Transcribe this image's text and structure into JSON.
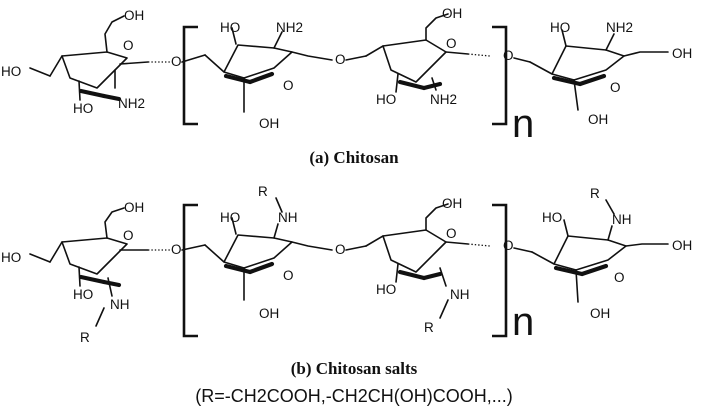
{
  "structure_a": {
    "caption": "(a) Chitosan",
    "repeat_index": "n",
    "labels": {
      "u1_oh_top": "OH",
      "u1_ho_left": "HO",
      "u1_ho_bottom": "HO",
      "u1_amine": "NH2",
      "u1_ring_o": "O",
      "link_1": "O",
      "u2_ho_top": "HO",
      "u2_amine": "NH2",
      "u2_ring_o": "O",
      "u2_oh_bottom": "OH",
      "link_2": "O",
      "u3_oh_top": "OH",
      "u3_ring_o": "O",
      "u3_ho_bottom": "HO",
      "u3_amine": "NH2",
      "link_3": "O",
      "u4_ho_top": "HO",
      "u4_amine": "NH2",
      "u4_ring_o": "O",
      "u4_oh_right": "OH",
      "u4_oh_bottom": "OH"
    }
  },
  "structure_b": {
    "caption": "(b) Chitosan salts",
    "repeat_index": "n",
    "formula": "(R=-CH2COOH,-CH2CH(OH)COOH,...)",
    "labels": {
      "u1_oh_top": "OH",
      "u1_ho_left": "HO",
      "u1_ho_bottom": "HO",
      "u1_amine": "NH",
      "u1_r": "R",
      "u1_ring_o": "O",
      "link_1": "O",
      "u2_ho_top": "HO",
      "u2_r": "R",
      "u2_amine": "NH",
      "u2_ring_o": "O",
      "u2_oh_bottom": "OH",
      "link_2": "O",
      "u3_oh_top": "OH",
      "u3_ring_o": "O",
      "u3_ho_bottom": "HO",
      "u3_amine": "NH",
      "u3_r": "R",
      "link_3": "O",
      "u4_ho_top": "HO",
      "u4_r": "R",
      "u4_amine": "NH",
      "u4_ring_o": "O",
      "u4_oh_right": "OH",
      "u4_oh_bottom": "OH"
    }
  }
}
